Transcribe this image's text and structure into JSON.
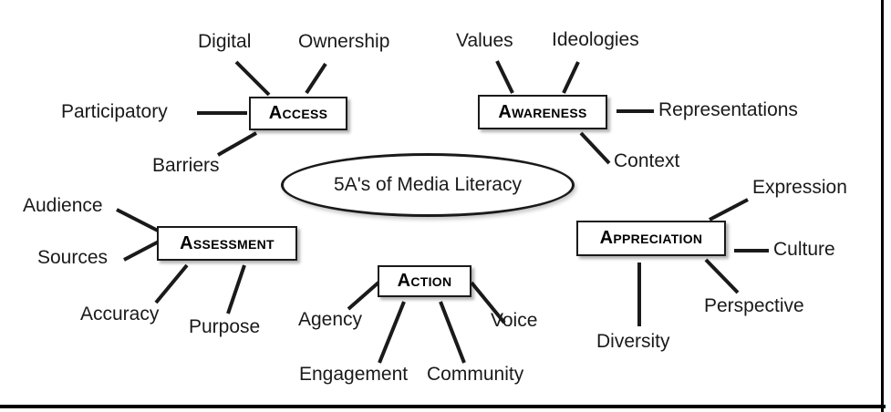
{
  "diagram": {
    "center": {
      "label": "5A's of Media Literacy"
    },
    "nodes": [
      {
        "id": "access",
        "label": "Access",
        "spokes": [
          {
            "id": "digital",
            "label": "Digital"
          },
          {
            "id": "ownership",
            "label": "Ownership"
          },
          {
            "id": "participatory",
            "label": "Participatory"
          },
          {
            "id": "barriers",
            "label": "Barriers"
          }
        ]
      },
      {
        "id": "awareness",
        "label": "Awareness",
        "spokes": [
          {
            "id": "values",
            "label": "Values"
          },
          {
            "id": "ideologies",
            "label": "Ideologies"
          },
          {
            "id": "representations",
            "label": "Representations"
          },
          {
            "id": "context",
            "label": "Context"
          }
        ]
      },
      {
        "id": "assessment",
        "label": "Assessment",
        "spokes": [
          {
            "id": "audience",
            "label": "Audience"
          },
          {
            "id": "sources",
            "label": "Sources"
          },
          {
            "id": "accuracy",
            "label": "Accuracy"
          },
          {
            "id": "purpose",
            "label": "Purpose"
          }
        ]
      },
      {
        "id": "action",
        "label": "Action",
        "spokes": [
          {
            "id": "agency",
            "label": "Agency"
          },
          {
            "id": "engagement",
            "label": "Engagement"
          },
          {
            "id": "community",
            "label": "Community"
          },
          {
            "id": "voice",
            "label": "Voice"
          }
        ]
      },
      {
        "id": "appreciation",
        "label": "Appreciation",
        "spokes": [
          {
            "id": "expression",
            "label": "Expression"
          },
          {
            "id": "culture",
            "label": "Culture"
          },
          {
            "id": "perspective",
            "label": "Perspective"
          },
          {
            "id": "diversity",
            "label": "Diversity"
          }
        ]
      }
    ],
    "colors": {
      "stroke": "#1a1a1a",
      "text": "#1a1a1a",
      "background": "#ffffff",
      "frame": "#000000"
    }
  }
}
